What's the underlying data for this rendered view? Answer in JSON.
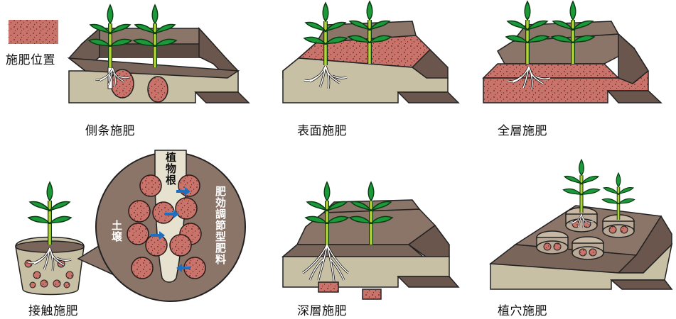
{
  "legend": {
    "label": "施肥位置"
  },
  "panels": [
    {
      "id": "side",
      "label": "側条施肥"
    },
    {
      "id": "surface",
      "label": "表面施肥"
    },
    {
      "id": "full",
      "label": "全層施肥"
    },
    {
      "id": "contact",
      "label": "接触施肥"
    },
    {
      "id": "deep",
      "label": "深層施肥"
    },
    {
      "id": "hole",
      "label": "植穴施肥"
    }
  ],
  "contact_detail": {
    "root_label": "植物根",
    "soil_label": "土壌",
    "fertilizer_label": "肥効調節型肥料"
  },
  "colors": {
    "soil_top": "#8b7468",
    "soil_front": "#c8c0a4",
    "soil_side": "#7a655a",
    "fertilizer": "#c9736b",
    "leaf": "#1a9a3a",
    "stem": "#b5d335",
    "arrow": "#1f6fc0",
    "circle_bg": "#8b7468"
  }
}
